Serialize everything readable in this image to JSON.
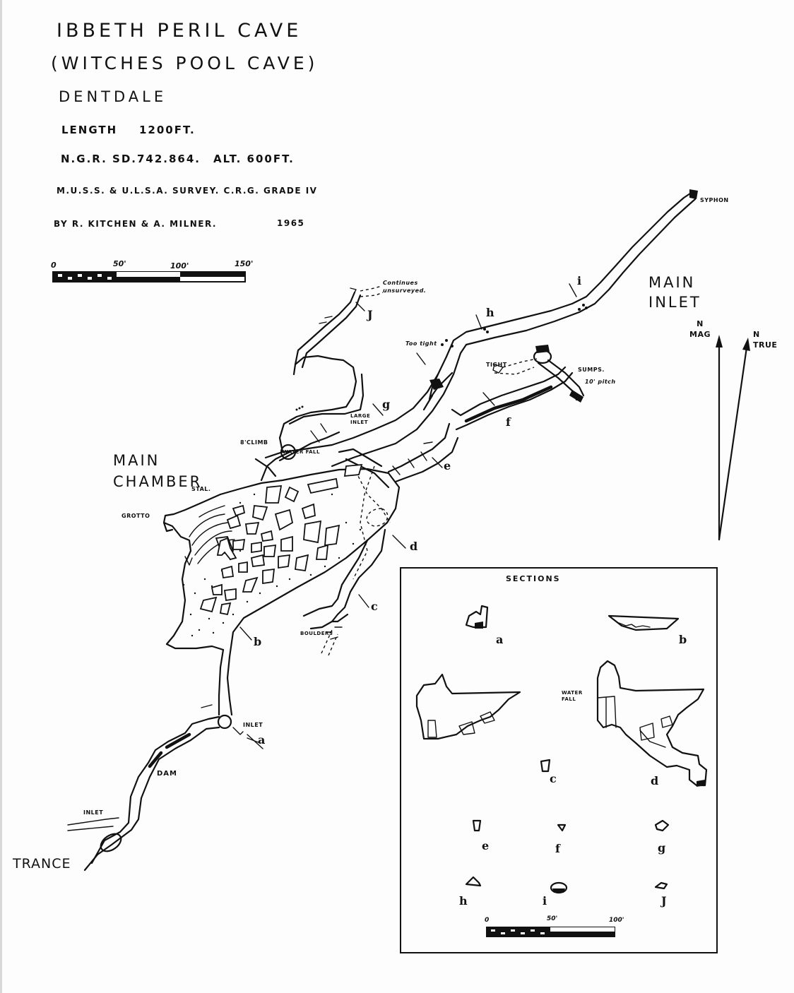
{
  "header": {
    "title": "IBBETH PERIL CAVE",
    "subtitle": "(WITCHES POOL CAVE)",
    "location": "DENTDALE",
    "length_label": "LENGTH",
    "length_value": "1200FT.",
    "ngr": "N.G.R. SD.742.864.",
    "alt": "ALT. 600FT.",
    "survey": "M.U.S.S. & U.L.S.A. SURVEY.  C.R.G. GRADE IV",
    "authors": "BY  R. KITCHEN & A. MILNER.",
    "year": "1965"
  },
  "scale_main": {
    "labels": [
      "0",
      "50'",
      "100'",
      "150'"
    ]
  },
  "north": {
    "mag": "N\nMAG",
    "true": "N\nTRUE"
  },
  "map_labels": {
    "main_chamber": "MAIN\nCHAMBER",
    "main_inlet": "MAIN\nINLET",
    "stal": "STAL.",
    "grotto": "GROTTO",
    "trance": "TRANCE",
    "dam": "DAM",
    "inlet": "INLET",
    "inlet_small": "INLET",
    "syphon": "SYPHON",
    "sumps": "SUMPS.",
    "pitch": "10' pitch",
    "continues": "Continues\nunsurveyed.",
    "too_tight": "Too tight",
    "tight": "TIGHT",
    "waterfall": "WATER FALL",
    "climb": "8'CLIMB",
    "large_inlet": "LARGE\nINLET",
    "boulders": "BOULDERS"
  },
  "section_markers": [
    "a",
    "b",
    "c",
    "d",
    "e",
    "f",
    "g",
    "h",
    "i",
    "J"
  ],
  "sections": {
    "title": "SECTIONS",
    "waterfall": "WATER\nFALL",
    "labels": [
      "a",
      "b",
      "c",
      "d",
      "e",
      "f",
      "g",
      "h",
      "i",
      "J"
    ],
    "scale_labels": [
      "0",
      "50'",
      "100'"
    ]
  }
}
